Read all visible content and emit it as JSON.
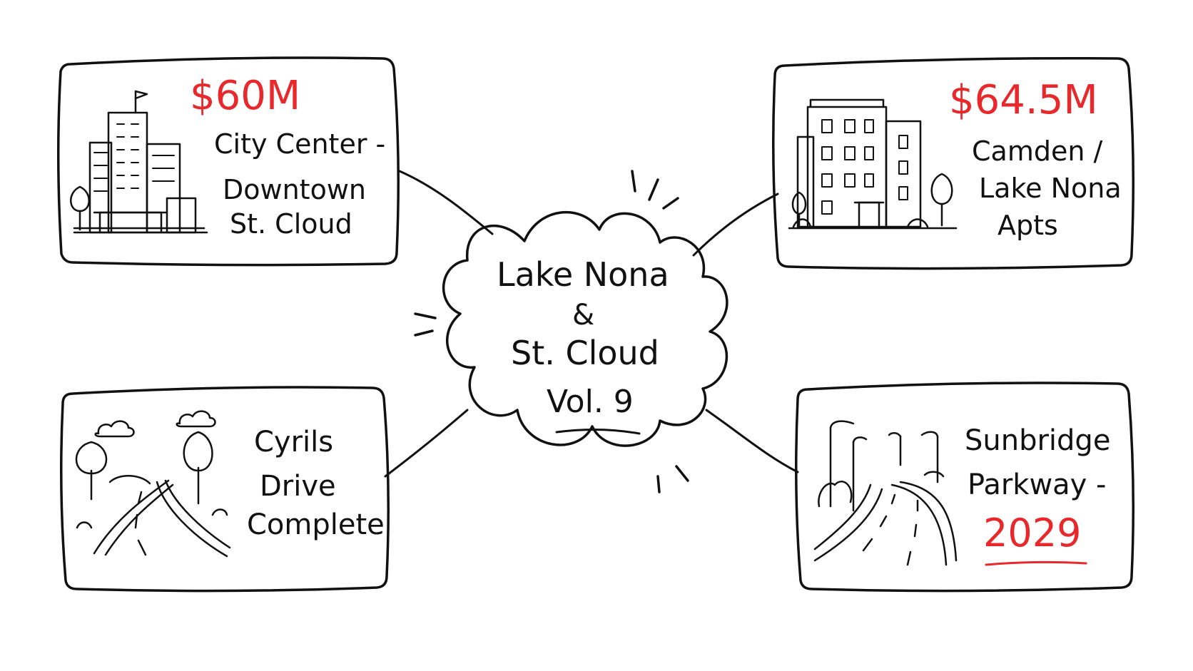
{
  "center": {
    "line1": "Lake Nona",
    "line2": "&",
    "line3": "St. Cloud",
    "line4": "Vol. 9"
  },
  "cards": {
    "city_center": {
      "amount": "$60M",
      "line1": "City Center -",
      "line2": "Downtown",
      "line3": "St. Cloud"
    },
    "camden": {
      "amount": "$64.5M",
      "line1": "Camden /",
      "line2": "Lake Nona",
      "line3": "Apts"
    },
    "cyrils": {
      "line1": "Cyrils",
      "line2": "Drive",
      "line3": "Complete"
    },
    "sunbridge": {
      "line1": "Sunbridge",
      "line2": "Parkway -",
      "year": "2029"
    }
  },
  "icons": {
    "city_center": "office-towers-icon",
    "camden": "apartment-building-icon",
    "cyrils": "country-road-icon",
    "sunbridge": "parkway-streetlights-icon"
  },
  "colors": {
    "ink": "#111111",
    "accent": "#e8282b",
    "background": "#ffffff"
  }
}
